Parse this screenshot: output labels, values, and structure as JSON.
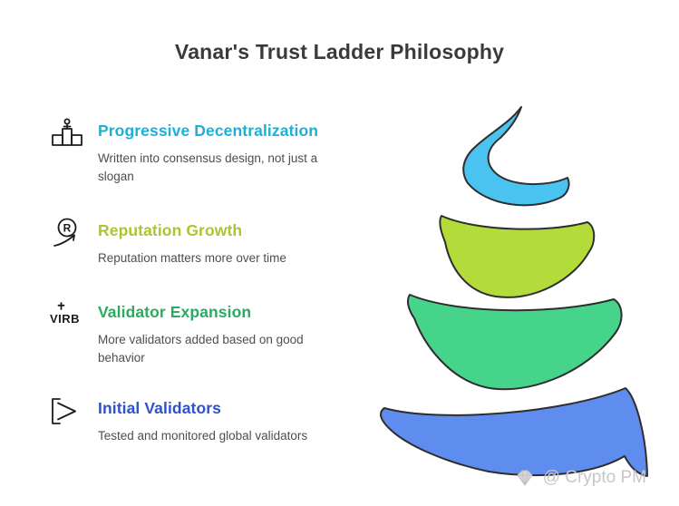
{
  "title": "Vanar's Trust Ladder Philosophy",
  "items": [
    {
      "icon": "podium-icon",
      "heading": "Progressive Decentralization",
      "description": "Written into consensus design, not just a slogan",
      "color": "#1ab0d8"
    },
    {
      "icon": "reputation-trend-icon",
      "heading": "Reputation Growth",
      "description": "Reputation matters more over time",
      "color": "#a9c62c"
    },
    {
      "icon": "virb-icon",
      "heading": "Validator Expansion",
      "description": "More validators added based on good behavior",
      "color": "#29ab61"
    },
    {
      "icon": "next-arrow-icon",
      "heading": "Initial Validators",
      "description": "Tested and monitored global validators",
      "color": "#2d52cc"
    }
  ],
  "spiral": {
    "bands": [
      {
        "name": "top",
        "color": "#4ac3f0"
      },
      {
        "name": "upper-middle",
        "color": "#b3dc3b"
      },
      {
        "name": "lower-middle",
        "color": "#46d48b"
      },
      {
        "name": "bottom",
        "color": "#5f8cef"
      }
    ],
    "outline": "#2e2e2e"
  },
  "watermark": {
    "text": "@ Crypto PM"
  }
}
